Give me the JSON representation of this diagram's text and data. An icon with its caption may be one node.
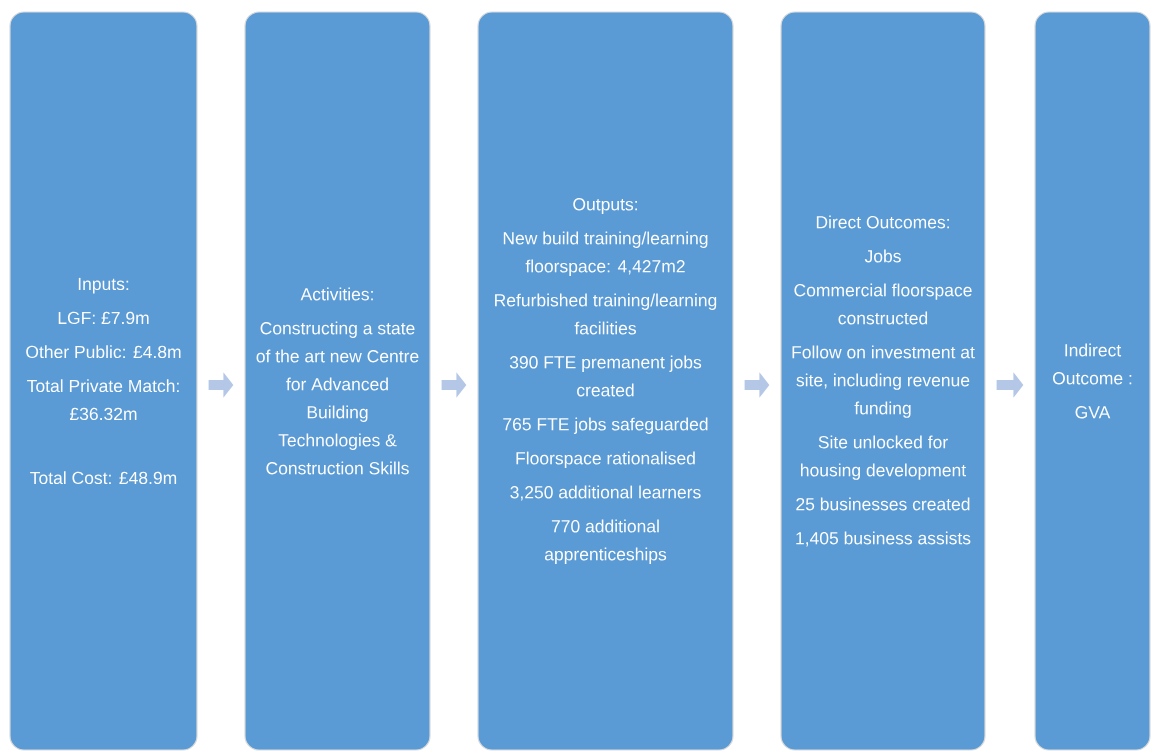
{
  "diagram": {
    "nodes": [
      {
        "text": [
          "Inputs:",
          "LGF: £7.9m",
          "Other Public: £4.8m",
          "Total Private Match: £36.32m",
          "Total Cost: £48.9m"
        ]
      },
      {
        "text": [
          "Activities:",
          "Constructing a state of the art new Centre for Advanced Building Technologies & Construction Skills"
        ]
      },
      {
        "text": [
          "Outputs:",
          "New build training/learning floorspace: 4,427m2",
          "Refurbished training/learning facilities",
          "390 FTE  premanent jobs created",
          "765 FTE  jobs safeguarded",
          "Floorspace rationalised",
          "3,250 additional learners",
          "770 additional apprenticeships"
        ]
      },
      {
        "text": [
          "Direct Outcomes:",
          "Jobs",
          "Commercial floorspace constructed",
          "Follow on investment at site, including revenue funding",
          "Site unlocked for housing development",
          "25 businesses created",
          "1,405 business assists"
        ]
      },
      {
        "text": [
          "Indirect Outcome :",
          "GVA"
        ]
      }
    ],
    "edges": [
      {
        "from": 0,
        "to": 1,
        "arrow": "to"
      },
      {
        "from": 1,
        "to": 2,
        "arrow": "to"
      },
      {
        "from": 2,
        "to": 3,
        "arrow": "to"
      },
      {
        "from": 3,
        "to": 4,
        "arrow": "to"
      }
    ]
  }
}
